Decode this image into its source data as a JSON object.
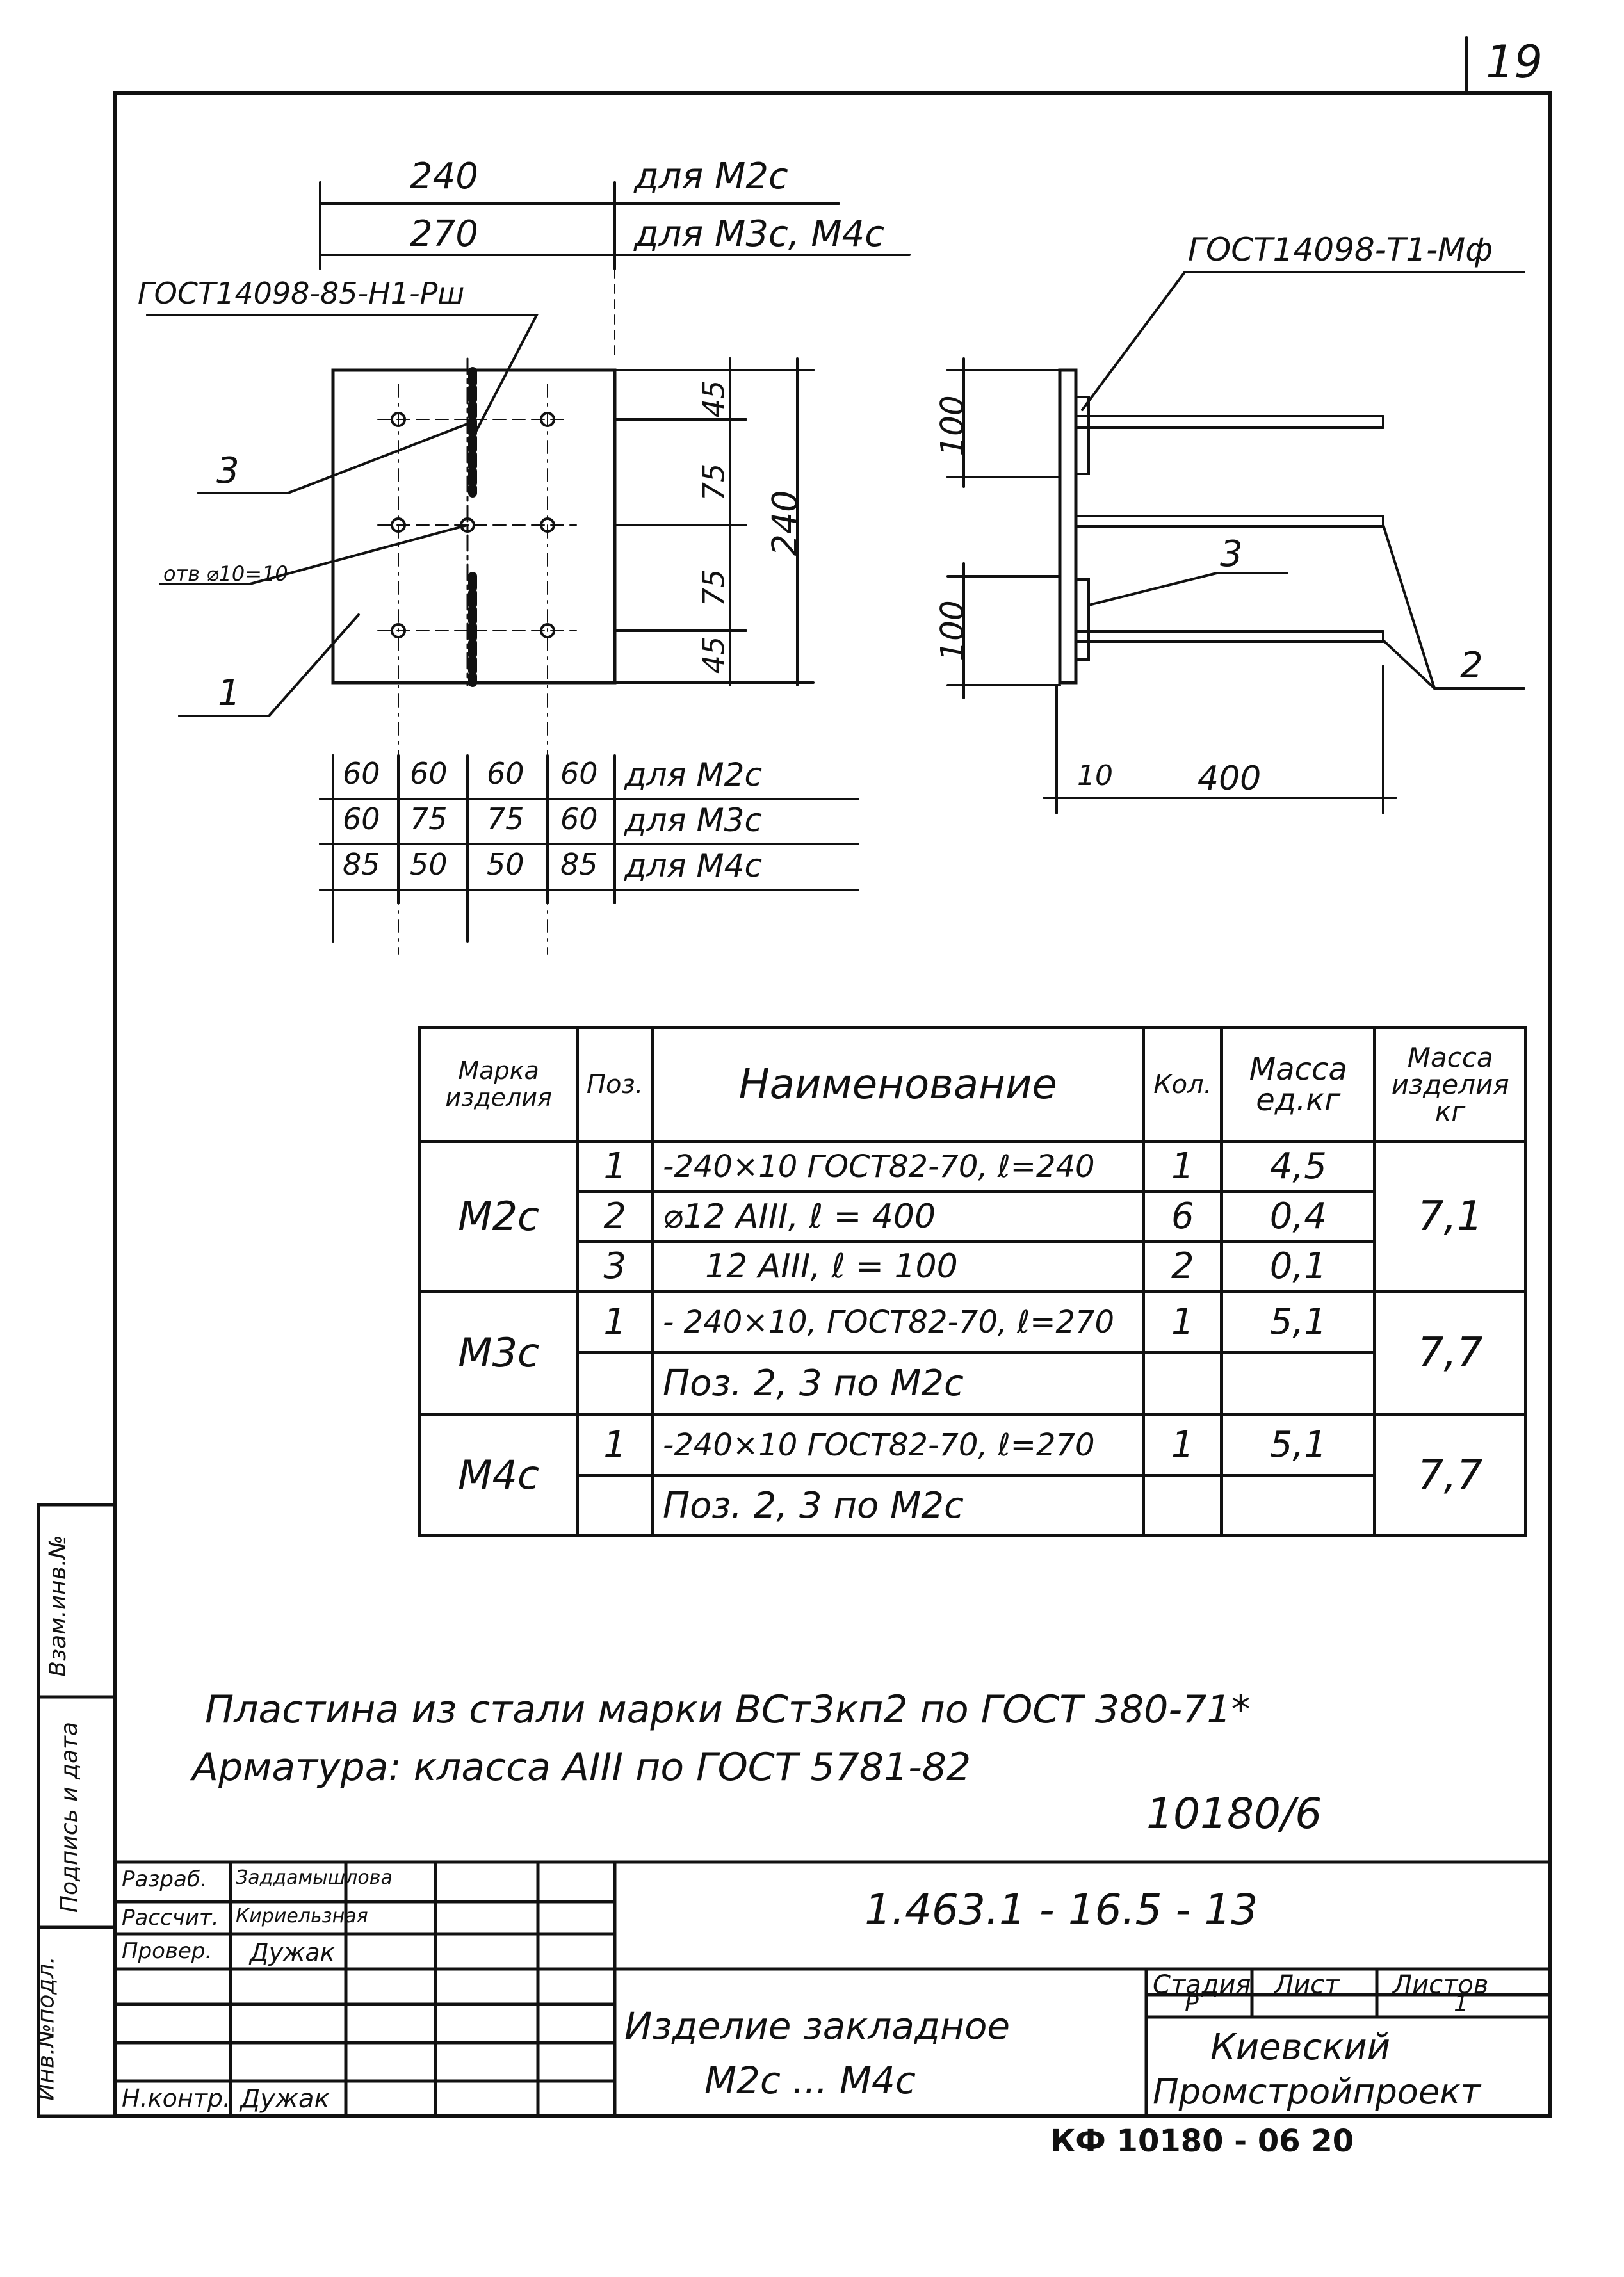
{
  "sheet_number": "19",
  "top_dims": {
    "w1": "240",
    "w1_note": "для М2с",
    "w2": "270",
    "w2_note": "для М3с, М4с"
  },
  "labels": {
    "gost_left": "ГОСТ14098-85-Н1-Рш",
    "gost_right": "ГОСТ14098-Т1-Мф",
    "hole": "отв ⌀10=10",
    "pos1": "1",
    "pos2": "2",
    "pos3_left": "3",
    "pos3_right": "3"
  },
  "plate_dims": {
    "v1": "45",
    "v2": "75",
    "v3": "75",
    "v4": "45",
    "total": "240"
  },
  "side_dims": {
    "h1": "100",
    "h2": "100",
    "thickness": "10",
    "length": "400"
  },
  "bottom_dims": [
    {
      "values": [
        "60",
        "60",
        "60",
        "60"
      ],
      "note": "для М2с"
    },
    {
      "values": [
        "60",
        "75",
        "75",
        "60"
      ],
      "note": "для М3с"
    },
    {
      "values": [
        "85",
        "50",
        "50",
        "85"
      ],
      "note": "для М4с"
    }
  ],
  "spec_table": {
    "headers": [
      "Марка изделия",
      "Поз.",
      "Наименование",
      "Кол.",
      "Масса ед.кг",
      "Масса изделия кг"
    ],
    "rows": [
      {
        "mark": "М2с",
        "pos": "1",
        "name": "-240×10 ГОСТ82-70, ℓ=240",
        "qty": "1",
        "mass": "4,5",
        "total": "7,1"
      },
      {
        "mark": "",
        "pos": "2",
        "name": "⌀12 АIII, ℓ = 400",
        "qty": "6",
        "mass": "0,4",
        "total": ""
      },
      {
        "mark": "",
        "pos": "3",
        "name": "12 АIII, ℓ = 100",
        "qty": "2",
        "mass": "0,1",
        "total": ""
      },
      {
        "mark": "М3с",
        "pos": "1",
        "name": "- 240×10, ГОСТ82-70, ℓ=270",
        "qty": "1",
        "mass": "5,1",
        "total": "7,7"
      },
      {
        "mark": "",
        "pos": "",
        "name": "Поз. 2, 3 по М2с",
        "qty": "",
        "mass": "",
        "total": ""
      },
      {
        "mark": "М4с",
        "pos": "1",
        "name": "-240×10 ГОСТ82-70, ℓ=270",
        "qty": "1",
        "mass": "5,1",
        "total": "7,7"
      },
      {
        "mark": "",
        "pos": "",
        "name": "Поз. 2, 3 по М2с",
        "qty": "",
        "mass": "",
        "total": ""
      }
    ]
  },
  "notes": {
    "line1": "Пластина из стали марки ВСт3кп2 по ГОСТ 380-71*",
    "line2": "Арматура: класса АIII по ГОСТ 5781-82"
  },
  "order_number": "10180/6",
  "title_block": {
    "doc_code": "1.463.1 - 16.5 - 13",
    "title_line1": "Изделие закладное",
    "title_line2": "М2с ... М4с",
    "stage_header": "Стадия",
    "sheet_header": "Лист",
    "sheets_header": "Листов",
    "stage": "Р",
    "sheet": "",
    "sheets": "1",
    "org_line1": "Киевский",
    "org_line2": "Промстройпроект",
    "roles": [
      {
        "role": "Разраб.",
        "name": "Заддамышлова"
      },
      {
        "role": "Рассчит.",
        "name": "Кириельзная"
      },
      {
        "role": "Провер.",
        "name": "Дужак"
      },
      {
        "role": "Н.контр.",
        "name": "Дужак"
      }
    ],
    "side_stamp": [
      "Инв.№подл.",
      "Подпись и дата",
      "Взам.инв.№"
    ]
  },
  "footer_code": "КФ 10180 - 06 20"
}
